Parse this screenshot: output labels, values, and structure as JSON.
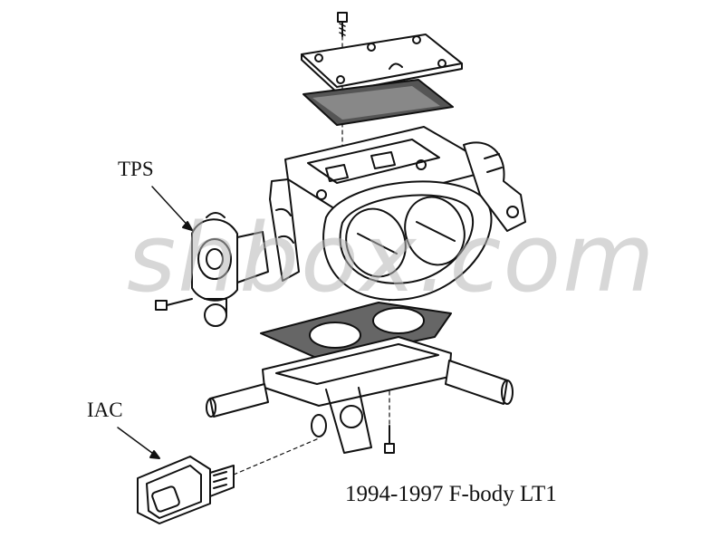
{
  "labels": {
    "tps": "TPS",
    "iac": "IAC",
    "caption": "1994-1997 F-body LT1"
  },
  "watermark": "shbox.com",
  "colors": {
    "ink": "#111111",
    "paper": "#ffffff",
    "watermark": "#b8b8b8"
  }
}
